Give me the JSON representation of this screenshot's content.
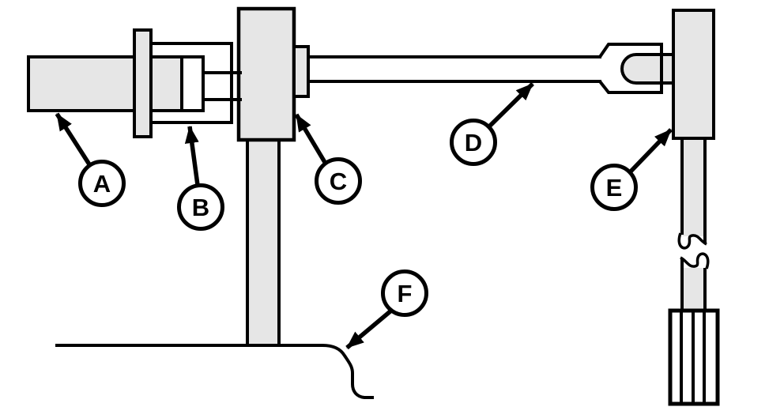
{
  "diagram": {
    "background_color": "#ffffff",
    "line_color": "#000000",
    "part_fill_color": "#e6e6e6",
    "callouts": [
      {
        "letter": "A"
      },
      {
        "letter": "B"
      },
      {
        "letter": "C"
      },
      {
        "letter": "D"
      },
      {
        "letter": "E"
      },
      {
        "letter": "F"
      }
    ]
  }
}
